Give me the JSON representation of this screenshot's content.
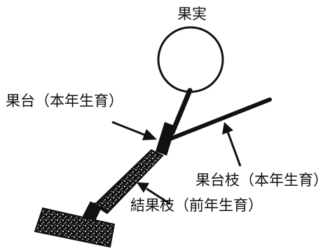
{
  "labels": {
    "fruit": "果実",
    "fruit_base": "果台（本年生育）",
    "fruit_base_branch": "果台枝（本年生育）",
    "bearing_branch": "結果枝（前年生育）"
  },
  "colors": {
    "ink": "#111111",
    "background": "#ffffff"
  }
}
